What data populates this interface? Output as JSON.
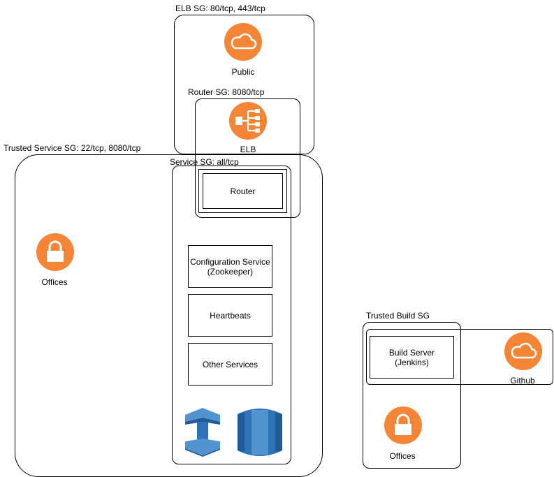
{
  "elb_sg": {
    "label": "ELB SG: 80/tcp, 443/tcp"
  },
  "public": {
    "label": "Public",
    "icon": "cloud-icon"
  },
  "router_sg": {
    "label": "Router SG: 8080/tcp"
  },
  "elb": {
    "label": "ELB",
    "icon": "load-balancer-icon"
  },
  "trusted_service_sg": {
    "label": "Trusted Service SG: 22/tcp, 8080/tcp"
  },
  "service_sg": {
    "label": "Service SG: all/tcp"
  },
  "router": {
    "label": "Router"
  },
  "offices_left": {
    "label": "Offices",
    "icon": "lock-icon"
  },
  "config_service": {
    "label": "Configuration Service\n(Zookeeper)"
  },
  "heartbeats": {
    "label": "Heartbeats"
  },
  "other_services": {
    "label": "Other Services"
  },
  "bottom_icons": [
    "ecs-icon",
    "database-icon"
  ],
  "trusted_build_sg": {
    "label": "Trusted Build SG"
  },
  "build_server": {
    "label": "Build Server\n(Jenkins)"
  },
  "github": {
    "label": "Github",
    "icon": "cloud-icon"
  },
  "offices_right": {
    "label": "Offices",
    "icon": "lock-icon"
  },
  "colors": {
    "orange": "#F58536",
    "aws_blue_dark": "#2E73B8",
    "aws_blue_light": "#5294CF",
    "aws_blue_mid": "#205B98"
  }
}
